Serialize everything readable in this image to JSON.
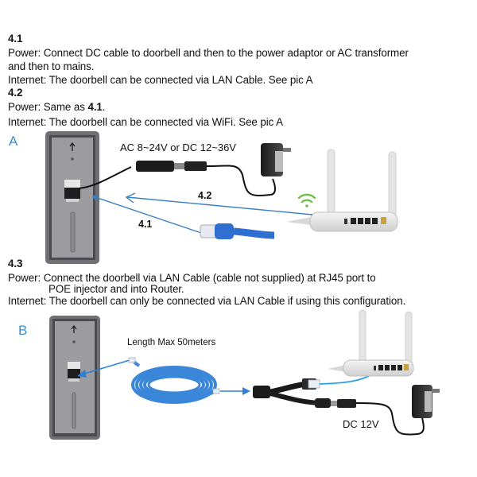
{
  "sections": [
    {
      "heading": "4.1",
      "power_label": "Power: ",
      "power_text_line1": "Connect DC cable to doorbell and then to the power adaptor or AC transformer",
      "power_text_line2": "and then to mains.",
      "internet_text": "Internet: The doorbell can be connected via LAN Cable. See pic A"
    },
    {
      "heading": "4.2",
      "power_prefix": "Power: Same as ",
      "power_ref": "4.1",
      "power_suffix": ".",
      "internet_text": "Internet: The doorbell can be connected via WiFi.  See pic A"
    },
    {
      "heading": "4.3",
      "power_text_line1": "Power: Connect the doorbell via LAN Cable (cable not supplied) at RJ45 port to",
      "power_text_line2": "POE injector and into Router.",
      "internet_text": "Internet: The doorbell can only be connected via LAN Cable if using this configuration."
    }
  ],
  "figure_a": {
    "letter": "A",
    "power_label": "AC 8~24V or DC 12~36V",
    "arrow_wifi_label": "4.2",
    "arrow_lan_label": "4.1"
  },
  "figure_b": {
    "letter": "B",
    "cable_label": "Length Max 50meters",
    "power_label": "DC 12V"
  },
  "colors": {
    "accent_blue": "#3a8fd0",
    "lan_cable_blue": "#2f7fd6",
    "wifi_green": "#6cc04a",
    "panel_gray": "#6e6e72"
  }
}
